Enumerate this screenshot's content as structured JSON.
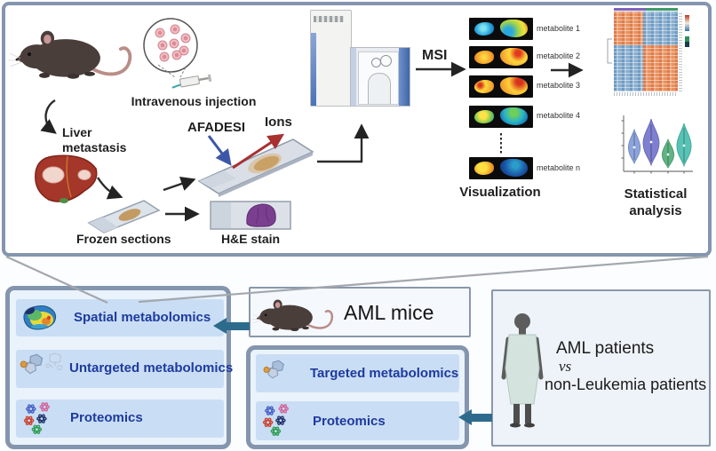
{
  "colors": {
    "accent_navy": "#1e3a9f",
    "arrow_teal": "#2d6b8c",
    "panel_border": "#8495ae",
    "omics_box_fill": "#eaf2fb",
    "omics_row_fill": "#c9def4",
    "heatmap_orange": "#dd7c4e",
    "heatmap_blue": "#6d9cc4",
    "violin_colors": [
      "#8ca4dc",
      "#7f7fd2",
      "#5fb483",
      "#57c3b5"
    ]
  },
  "workflow": {
    "injection_label": "Intravenous injection",
    "liver_label_line1": "Liver",
    "liver_label_line2": "metastasis",
    "frozen_sections_label": "Frozen sections",
    "he_stain_label": "H&E stain",
    "afadesi_label": "AFADESI",
    "ions_label": "Ions",
    "msi_label": "MSI",
    "visualization_label": "Visualization",
    "statistical_label_line1": "Statistical",
    "statistical_label_line2": "analysis",
    "metabolite_labels": [
      "metabolite 1",
      "metabolite 2",
      "metabolite 3",
      "metabolite 4",
      "metabolite n"
    ]
  },
  "bottom_row": {
    "mouse_omics_box": {
      "items": [
        "Spatial metabolomics",
        "Untargeted metabolomics",
        "Proteomics"
      ]
    },
    "aml_mice_box": {
      "label": "AML mice"
    },
    "mice_omics_box": {
      "items": [
        "Targeted metabolomics",
        "Proteomics"
      ]
    },
    "patients_box": {
      "line1": "AML patients",
      "line2": "vs",
      "line3": "non-Leukemia patients"
    }
  }
}
